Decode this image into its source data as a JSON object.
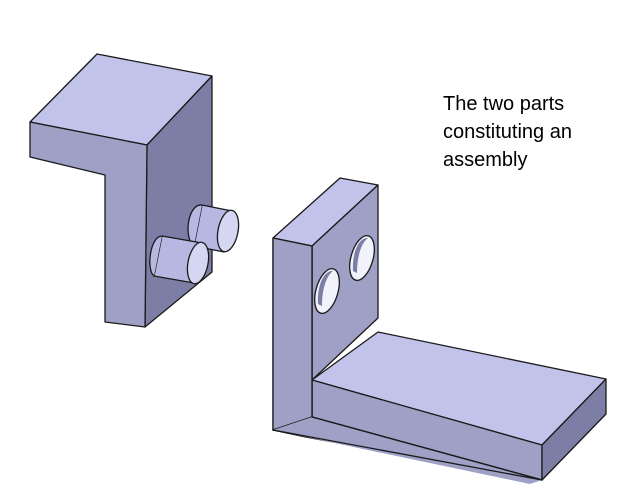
{
  "caption": {
    "lines": [
      "The two parts",
      "constituting an",
      "assembly"
    ]
  },
  "colors": {
    "background": "#ffffff",
    "top_face": "#c2c3ea",
    "side_face": "#7c7ea5",
    "front_face": "#9fa0c6",
    "edge": "#1a1a1a",
    "pin_body": "#b6b8e2",
    "pin_face": "#d5d6f2"
  }
}
